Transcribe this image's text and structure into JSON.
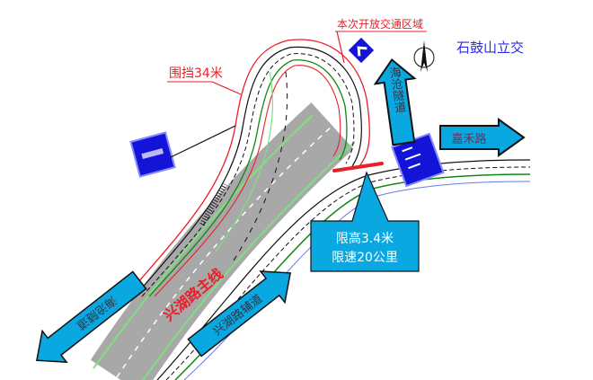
{
  "title": "石鼓山立交",
  "labels": {
    "open_area": "本次开放交通区域",
    "barrier": "围挡34米",
    "limit_height": "限高3.4米",
    "limit_speed": "限速20公里",
    "main_line": "兴湖路主线"
  },
  "arrows": {
    "haicang_north": "海沧隧道",
    "jiahe_road": "嘉禾路",
    "haicang_southwest": "海沧隧道",
    "xinghu_aux": "兴湖路辅道"
  },
  "colors": {
    "arrow_fill": "#0aa8e0",
    "annotation_red": "#e8202a",
    "title_blue": "#2a2ae0",
    "sign_blue": "#1414d8",
    "road_gray": "#a8a8a8"
  }
}
